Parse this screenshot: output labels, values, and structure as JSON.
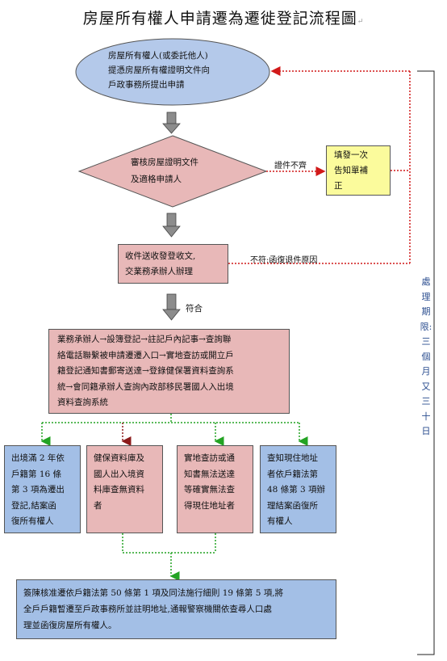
{
  "title": "房屋所有權人申請遷為遷徙登記流程圖",
  "step1": {
    "lines": [
      "房屋所有權人(或委託他人)",
      "提憑房屋所有權證明文件向",
      "戶政事務所提出申請"
    ]
  },
  "step2": {
    "lines": [
      "審核房屋證明文件",
      "及適格申請人"
    ]
  },
  "step2_no": {
    "label": "證件不齊"
  },
  "notice": {
    "lines": [
      "填發一次",
      "告知單補",
      "正"
    ]
  },
  "step3": {
    "lines": [
      "收件送收發登收文,",
      "交業務承辦人辦理"
    ]
  },
  "step3_no": {
    "label": "不符:函復退件原因"
  },
  "step3_yes": {
    "label": "符合"
  },
  "step4": {
    "lines": [
      "業務承辦人→設簿登記→註記戶內記事→查詢聯",
      "絡電話聯繫被申請遷遷入口→實地查訪或開立戶",
      "籍登記通知書郵寄送達→登錄健保署資料查詢系",
      "統→會同籍承辦人查詢內政部移民署國人入出境",
      "資料查詢系統"
    ]
  },
  "outcomes": [
    {
      "lines": [
        "出境滿 2 年依",
        "戶籍第 16 條",
        "第 3 項為遷出",
        "登記,結案函",
        "復所有權人"
      ]
    },
    {
      "lines": [
        "健保資料庫及",
        "國人出入境資",
        "料庫查無資料",
        "者"
      ]
    },
    {
      "lines": [
        "實地查訪或通",
        "知書無法送達",
        "等確實無法查",
        "得現住地址者"
      ]
    },
    {
      "lines": [
        "查知現住地址",
        "者依戶籍法第",
        "48 條第 3 項辦",
        "理結案函復所",
        "有權人"
      ]
    }
  ],
  "final": {
    "lines": [
      "簽陳核准遷依戶籍法第 50 條第 1 項及同法施行細則 19 條第 5 項,將",
      "全戶戶籍暫遷至戶政事務所並註明地址,通報警察機關依查尋人口處",
      "理並函復房屋所有權人。"
    ]
  },
  "deadline": {
    "text": "處理期限:三個月又三十日"
  },
  "colors": {
    "pink": "#e8b8b8",
    "blue": "#a3bfe6",
    "oval": "#b4c9ea",
    "yellow": "#fbfb9c",
    "arrow_gray": "#8c8c8c",
    "red_dotted": "#d11919",
    "green_dotted": "#23a323",
    "dark_red_dotted": "#8b1a1a"
  }
}
